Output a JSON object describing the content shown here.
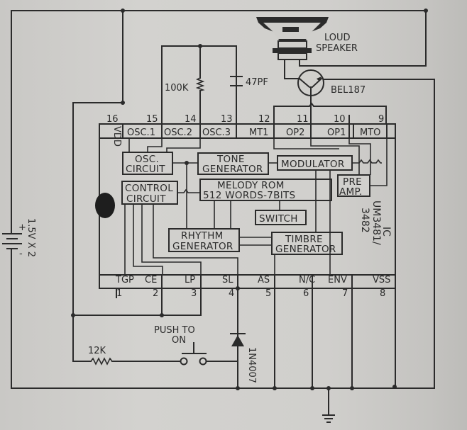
{
  "diagram": {
    "title": "Melody Generator Circuit (UM3481/3482)",
    "ic": {
      "label": "IC",
      "part": "UM3481/",
      "part2": "3482",
      "top_pins": [
        {
          "num": "16",
          "name": "VDD"
        },
        {
          "num": "15",
          "name": "OSC.1"
        },
        {
          "num": "14",
          "name": "OSC.2"
        },
        {
          "num": "13",
          "name": "OSC.3"
        },
        {
          "num": "12",
          "name": "MT1"
        },
        {
          "num": "11",
          "name": "OP2"
        },
        {
          "num": "10",
          "name": "OP1"
        },
        {
          "num": "9",
          "name": "MTO"
        }
      ],
      "bottom_pins": [
        {
          "num": "1",
          "name": "TGP"
        },
        {
          "num": "2",
          "name": "CE"
        },
        {
          "num": "3",
          "name": "LP"
        },
        {
          "num": "4",
          "name": "SL"
        },
        {
          "num": "5",
          "name": "AS"
        },
        {
          "num": "6",
          "name": "N/C"
        },
        {
          "num": "7",
          "name": "ENV"
        },
        {
          "num": "8",
          "name": "VSS"
        }
      ],
      "blocks": {
        "osc_line1": "OSC.",
        "osc_line2": "CIRCUIT",
        "tone_line1": "TONE",
        "tone_line2": "GENERATOR",
        "modulator": "MODULATOR",
        "control_line1": "CONTROL",
        "control_line2": "CIRCUIT",
        "melody_line1": "MELODY ROM",
        "melody_line2": "512 WORDS-7BITS",
        "switch": "SWITCH",
        "preamp_line1": "PRE",
        "preamp_line2": "AMP.",
        "rhythm_line1": "RHYTHM",
        "rhythm_line2": "GENERATOR",
        "timbre_line1": "TIMBRE",
        "timbre_line2": "GENERATOR"
      }
    },
    "components": {
      "resistor_osc": "100K",
      "capacitor": "47PF",
      "speaker_line1": "LOUD",
      "speaker_line2": "SPEAKER",
      "transistor": "BEL187",
      "battery": "1.5V X 2",
      "battery_plus": "+",
      "battery_minus": "-",
      "resistor_input": "12K",
      "switch_line1": "PUSH TO",
      "switch_line2": "ON",
      "diode": "1N4007"
    }
  }
}
